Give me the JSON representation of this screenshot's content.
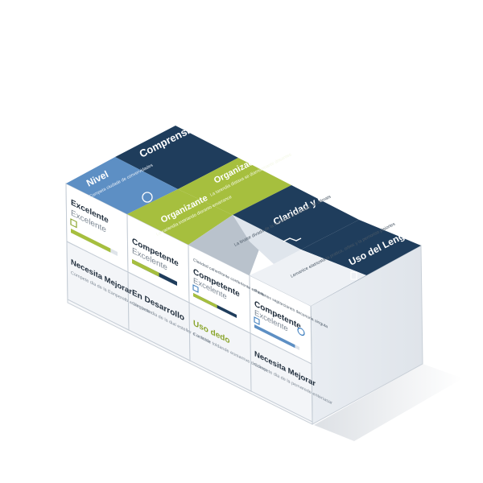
{
  "colors": {
    "navy": "#1f3d5c",
    "blue": "#5d8fc4",
    "green": "#a6bf3e",
    "grey_header": "#b9c2cc",
    "text_dark": "#1d2b3a",
    "text_grey": "#7d8894",
    "text_green": "#8aa52c",
    "accent_blue": "#3f7fbf"
  },
  "top": {
    "comprension": "Comprensión del Tema",
    "nivel": "Nivel",
    "nivel_sub": "Competa ciudade de convervidades",
    "organizacion_top": "Organización",
    "organizacion_top_sub": "La tarendia distaxa se diamiarmante drisantes",
    "organizante": "Organizante",
    "organizante_sub": "La variendia instriando dioranto emarrance",
    "claridad": "Claridad y Coherencia",
    "claridad_sub": "La tinator divada de la vienastat recirannete de drimats",
    "uso": "Uso del Lenguaje",
    "uso_sub": "Lemanice elatriosta la pratica, orbos y la pernoriso pisiortes"
  },
  "front": {
    "r1c1_title": "Excelente",
    "r1c1_sub": "Excelente",
    "r1c2_title": "Competente",
    "r1c2_sub": "Excelente",
    "r1c3_header": "Claridad cahedrante conferiente enhore",
    "r1c3_title": "Competente",
    "r1c3_sub": "Excelente",
    "r1c4_header": "Postanes saplarcianes deconoria singuta",
    "r1c4_title": "Competente",
    "r1c4_sub": "Excelente",
    "r2c1_title": "Necesita Mejorar",
    "r2c1_sub": "Compete dia de la Eanperelb a alegiaster",
    "r2c2_title": "En Desarrollo",
    "r2c2_sub": "Compete dia de la dial esteller e aclitour",
    "r2c3_title": "Uso dedo",
    "r2c3_sub": "Comolde toldande eoniarrive dradiora",
    "r2c4_title": "Necesita Mejorar",
    "r2c4_sub": "Compete dia de la pemarede enteriasar"
  },
  "progress": {
    "r1c1": 0.85,
    "r1c2": 0.6,
    "r1c3": 0.55,
    "r1c4": 0.9
  }
}
